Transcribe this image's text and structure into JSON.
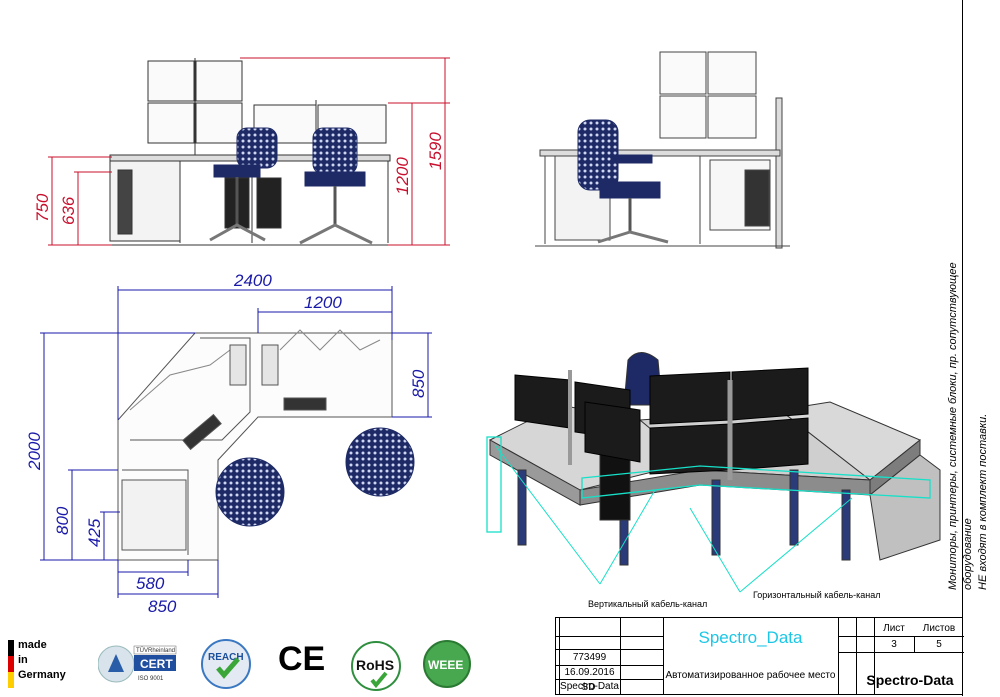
{
  "dimensions": {
    "front_750": "750",
    "front_636": "636",
    "front_1200": "1200",
    "front_1590": "1590",
    "plan_2400": "2400",
    "plan_1200": "1200",
    "plan_850_right": "850",
    "plan_2000": "2000",
    "plan_800": "800",
    "plan_425": "425",
    "plan_580": "580",
    "plan_850_bottom": "850"
  },
  "callouts": {
    "vertical": "Вертикальный кабель-канал",
    "horizontal": "Горизонтальный кабель-канал"
  },
  "side_note": {
    "line1": "Мониторы, принтеры, системные блоки, пр. сопутствующее оборудование",
    "line2": "НЕ входят в комплект поставки."
  },
  "title_block": {
    "code": "773499",
    "date": "16.09.2016",
    "company": "Spectro-Data",
    "sd": "SD",
    "brand": "Spectro_Data",
    "description": "Автоматизированное рабочее место",
    "sheet_label": "Лист",
    "sheets_label": "Листов",
    "sheet_value": "3",
    "sheets_value": "5",
    "logo_text": "Spectro-Data"
  },
  "certifications": {
    "made_line1": "made",
    "made_line2": "in",
    "made_line3": "Germany",
    "tuv_top": "TÜVRheinland",
    "cert": "CERT",
    "iso": "ISO 9001",
    "reach": "REACH",
    "ce": "CE",
    "rohs": "RoHS",
    "weee": "WEEE"
  },
  "colors": {
    "dim_red": "#c8102e",
    "dim_blue": "#1a1aa8",
    "brand_cyan": "#1cc7e6",
    "cable_channel": "#17e0c8",
    "chair_navy": "#1d2a66"
  }
}
